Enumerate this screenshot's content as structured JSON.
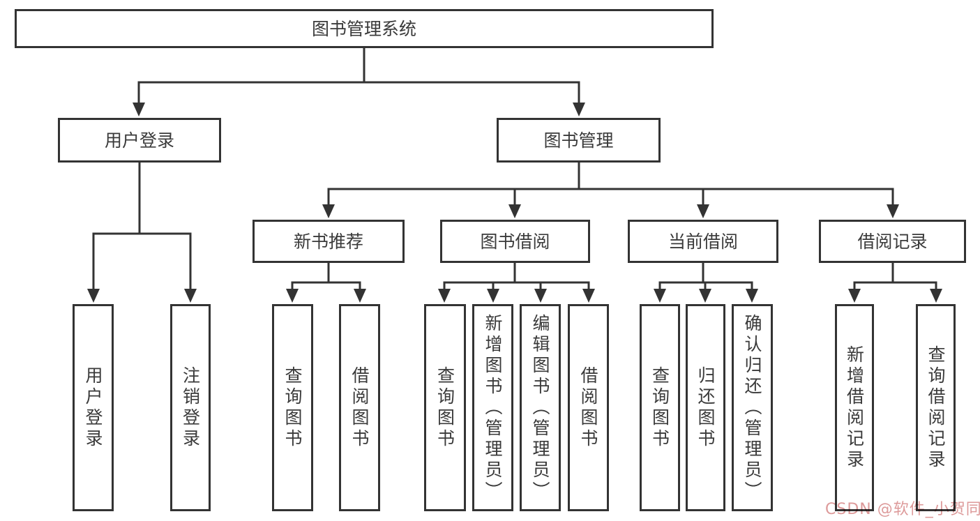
{
  "tree": {
    "label": "图书管理系统",
    "children": [
      {
        "label": "用户登录",
        "children": [
          {
            "label": "用户登录"
          },
          {
            "label": "注销登录"
          }
        ]
      },
      {
        "label": "图书管理",
        "children": [
          {
            "label": "新书推荐",
            "children": [
              {
                "label": "查询图书"
              },
              {
                "label": "借阅图书"
              }
            ]
          },
          {
            "label": "图书借阅",
            "children": [
              {
                "label": "查询图书"
              },
              {
                "label": "新增图书（管理员）"
              },
              {
                "label": "编辑图书（管理员）"
              },
              {
                "label": "借阅图书"
              }
            ]
          },
          {
            "label": "当前借阅",
            "children": [
              {
                "label": "查询图书"
              },
              {
                "label": "归还图书"
              },
              {
                "label": "确认归还（管理员）"
              }
            ]
          },
          {
            "label": "借阅记录",
            "children": [
              {
                "label": "新增借阅记录"
              },
              {
                "label": "查询借阅记录"
              }
            ]
          }
        ]
      }
    ]
  },
  "watermark": {
    "text": "CSDN @软件_小贺同学"
  },
  "colors": {
    "line": "#333333",
    "box_border": "#333333",
    "box_fill": "#ffffff",
    "text": "#3a3a3a",
    "watermark": "#dd9a9a"
  }
}
